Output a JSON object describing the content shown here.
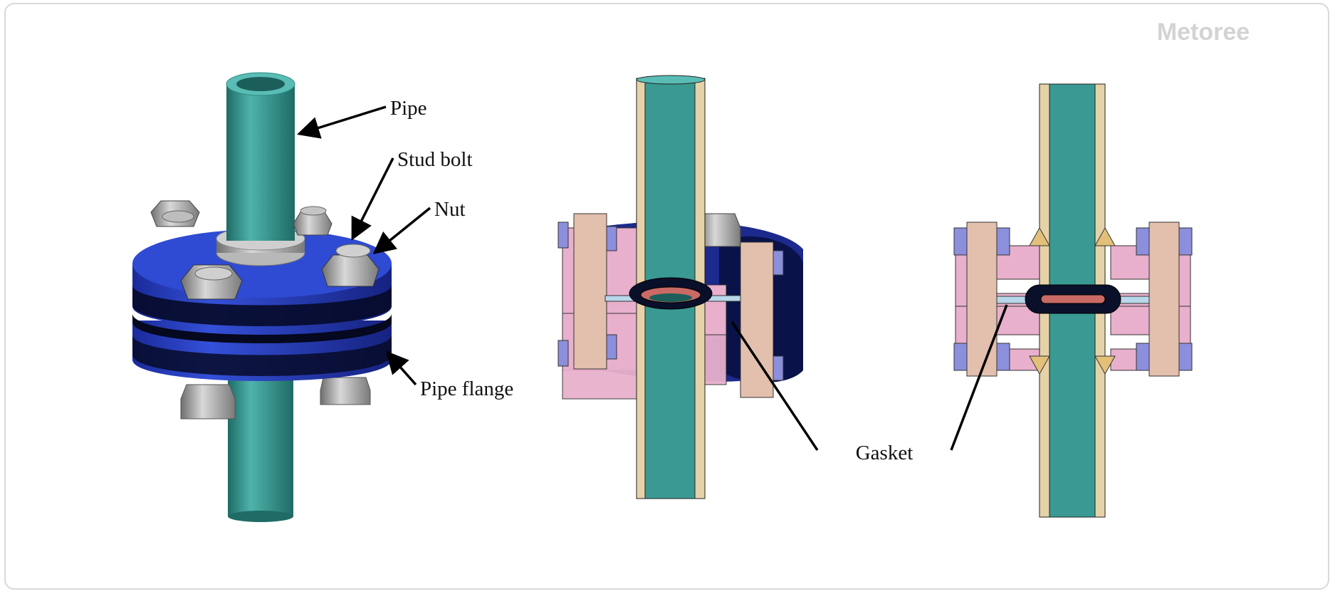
{
  "watermark": "Metoree",
  "labels": {
    "pipe": "Pipe",
    "stud_bolt": "Stud bolt",
    "nut": "Nut",
    "pipe_flange": "Pipe flange",
    "gasket": "Gasket"
  },
  "colors": {
    "pipe": "#3a9a93",
    "pipe_dark": "#1f6b66",
    "pipe_wall": "#e6d2a8",
    "flange_blue": "#2b3fc0",
    "flange_dark": "#0a0f3a",
    "flange_section": "#e8b0cc",
    "bolt_section": "#e3bfae",
    "nut_section": "#8c8fdc",
    "gasket_red": "#c96a64",
    "steel": "#a8a8a8"
  },
  "icons": [
    "arrow-icon"
  ]
}
